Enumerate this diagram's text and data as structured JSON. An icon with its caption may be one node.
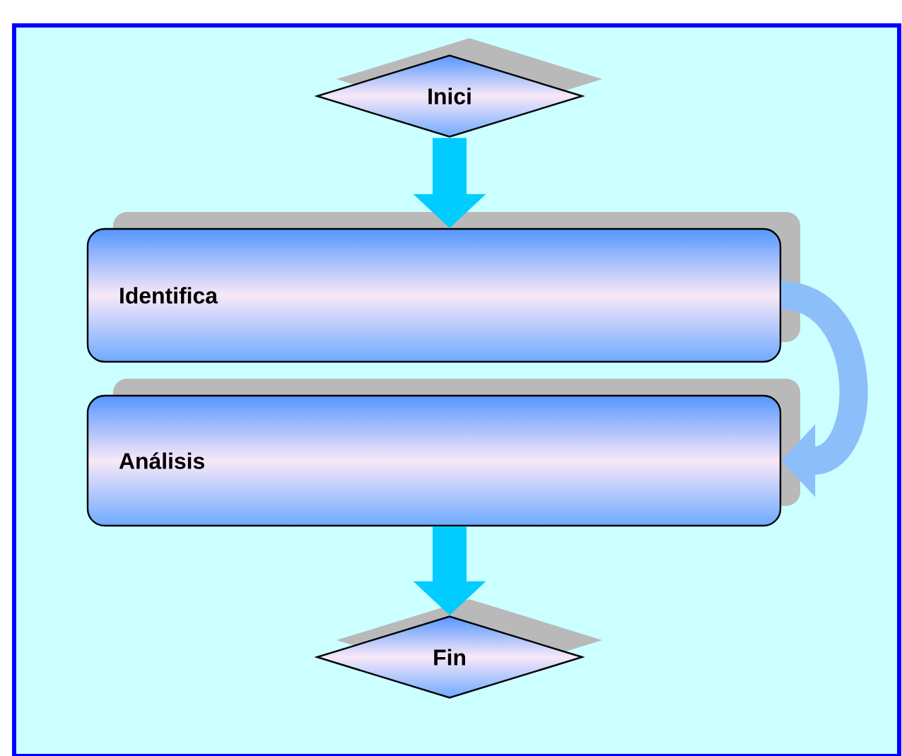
{
  "diagram": {
    "nodes": [
      {
        "text": [
          "Inici"
        ]
      },
      {
        "text": [
          "Identifica"
        ]
      },
      {
        "text": [
          "Análisis"
        ]
      },
      {
        "text": [
          "Fin"
        ]
      }
    ],
    "edges": [
      {
        "from": 0,
        "to": 1,
        "arrow": "to"
      },
      {
        "from": 1,
        "to": 2,
        "arrow": "to",
        "color": "#8cbefa"
      },
      {
        "from": 2,
        "to": 3,
        "arrow": "to"
      }
    ]
  }
}
